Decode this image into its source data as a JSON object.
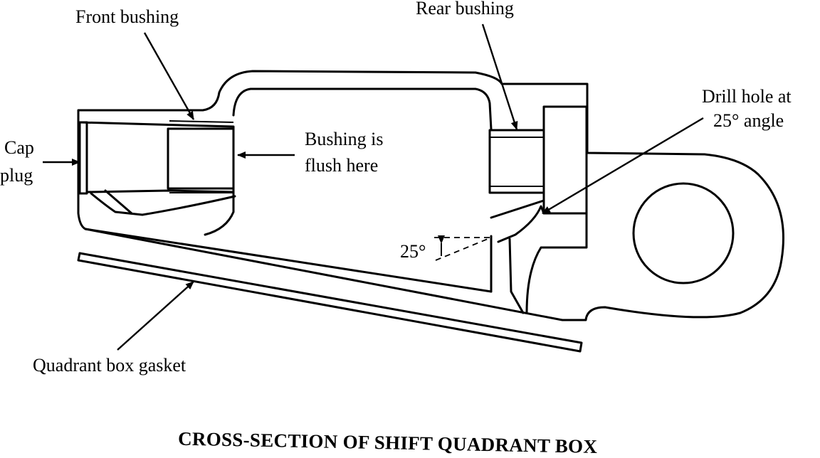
{
  "labels": {
    "front_bushing": "Front bushing",
    "rear_bushing": "Rear bushing",
    "drill_line1": "Drill hole at",
    "drill_line2": "25° angle",
    "cap_line1": "Cap",
    "cap_line2": "plug",
    "flush_line1": "Bushing is",
    "flush_line2": "flush here",
    "angle": "25°",
    "gasket": "Quadrant box gasket"
  },
  "caption": "CROSS-SECTION OF SHIFT QUADRANT BOX"
}
